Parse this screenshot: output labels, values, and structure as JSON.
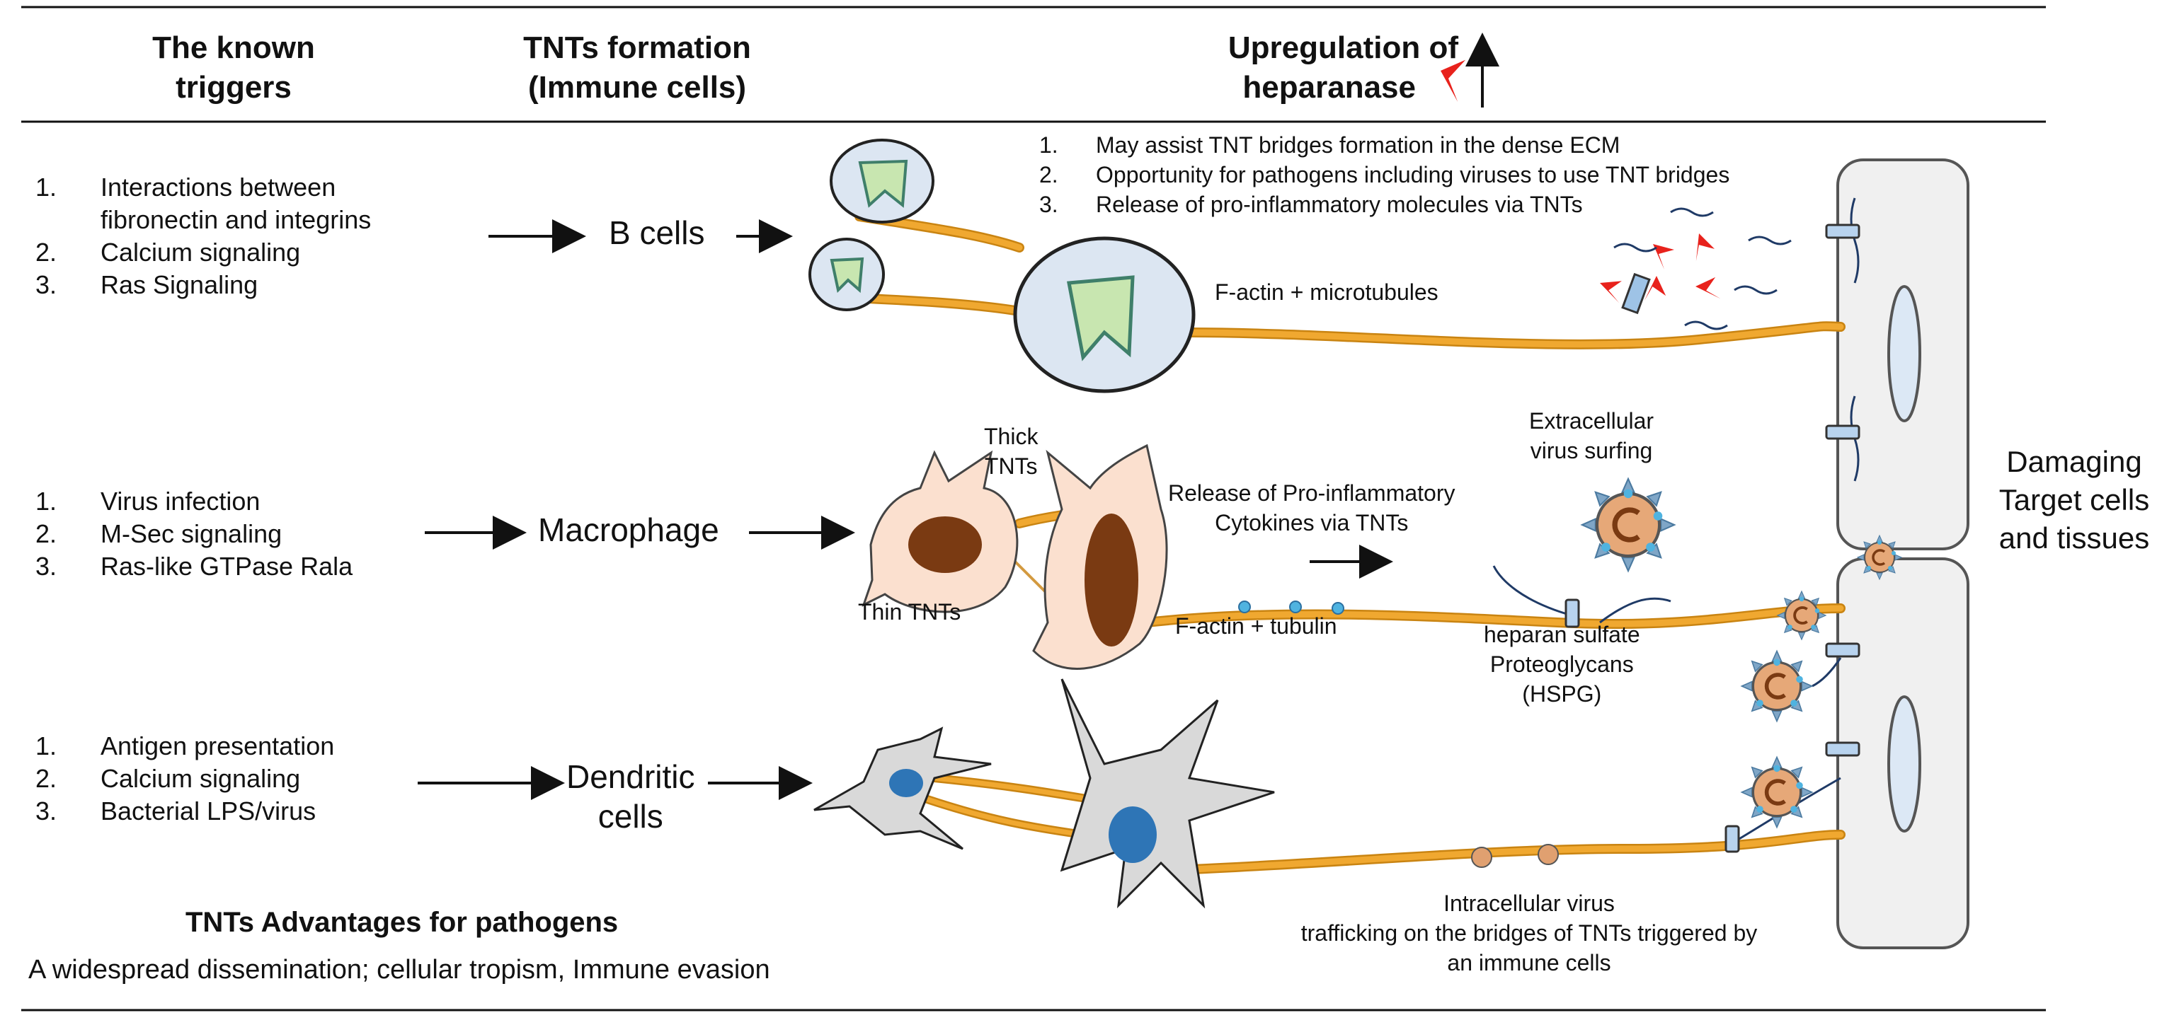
{
  "headers": {
    "triggers": [
      "The known",
      "triggers"
    ],
    "formation": [
      "TNTs formation",
      "(Immune cells)"
    ],
    "heparanase": [
      "Upregulation of",
      "heparanase"
    ]
  },
  "rows": [
    {
      "triggers": [
        {
          "num": "1.",
          "text": "Interactions between"
        },
        {
          "num": "",
          "text": "fibronectin and integrins"
        },
        {
          "num": "2.",
          "text": "Calcium signaling"
        },
        {
          "num": "3.",
          "text": "Ras Signaling"
        }
      ],
      "cell": "B cells"
    },
    {
      "triggers": [
        {
          "num": "1.",
          "text": "Virus infection"
        },
        {
          "num": "2.",
          "text": "M-Sec signaling"
        },
        {
          "num": "3.",
          "text": "Ras-like GTPase Rala"
        }
      ],
      "cell": "Macrophage"
    },
    {
      "triggers": [
        {
          "num": "1.",
          "text": "Antigen presentation"
        },
        {
          "num": "2.",
          "text": "Calcium signaling"
        },
        {
          "num": "3.",
          "text": "Bacterial LPS/virus"
        }
      ],
      "cell": [
        "Dendritic",
        "cells"
      ]
    }
  ],
  "heparanase_effects": [
    {
      "num": "1.",
      "text": "May assist TNT bridges formation in the dense ECM"
    },
    {
      "num": "2.",
      "text": "Opportunity for pathogens including viruses to use TNT bridges"
    },
    {
      "num": "3.",
      "text": "Release of pro-inflammatory molecules via TNTs"
    }
  ],
  "labels": {
    "factin_microtubules": "F-actin + microtubules",
    "thick_tnts": [
      "Thick",
      "TNTs"
    ],
    "thin_tnts": "Thin TNTs",
    "release_cytokines": [
      "Release of Pro-inflammatory",
      "Cytokines via TNTs"
    ],
    "extracellular_surfing": [
      "Extracellular",
      "virus surfing"
    ],
    "factin_tubulin": "F-actin + tubulin",
    "hspg": [
      "heparan sulfate",
      "Proteoglycans",
      "(HSPG)"
    ],
    "intracellular": [
      "Intracellular  virus",
      "trafficking on the bridges of TNTs triggered  by",
      "an immune cells"
    ],
    "damaging": [
      "Damaging",
      "Target cells",
      "and tissues"
    ]
  },
  "advantages": {
    "title": "TNTs Advantages for pathogens",
    "text": "A widespread  dissemination; cellular tropism, Immune evasion"
  },
  "colors": {
    "tnt": "#f0a830",
    "bcell": "#dce6f2",
    "nucleus_green": "#c8e6b0",
    "macrophage": "#fbe0cf",
    "mac_nucleus": "#7a3a12",
    "dendritic": "#d9d9d9",
    "dc_nucleus": "#2e75b6",
    "heparanase": "#e8221c",
    "hspg": "#1f3a66",
    "target": "#f0f0f0",
    "virus": "#e0a070"
  }
}
